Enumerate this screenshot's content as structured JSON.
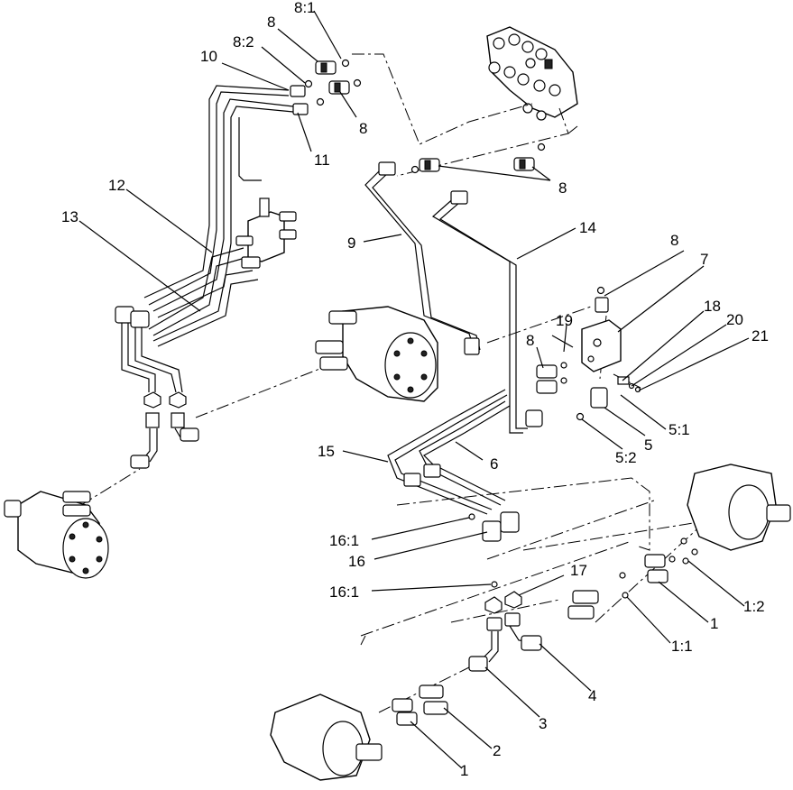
{
  "callouts": [
    {
      "id": "c-8-1",
      "text": "8:1"
    },
    {
      "id": "c-8-top",
      "text": "8"
    },
    {
      "id": "c-8-2",
      "text": "8:2"
    },
    {
      "id": "c-10",
      "text": "10"
    },
    {
      "id": "c-8-b",
      "text": "8"
    },
    {
      "id": "c-11",
      "text": "11"
    },
    {
      "id": "c-8-c",
      "text": "8"
    },
    {
      "id": "c-12",
      "text": "12"
    },
    {
      "id": "c-13",
      "text": "13"
    },
    {
      "id": "c-9",
      "text": "9"
    },
    {
      "id": "c-14",
      "text": "14"
    },
    {
      "id": "c-8-d",
      "text": "8"
    },
    {
      "id": "c-7",
      "text": "7"
    },
    {
      "id": "c-18",
      "text": "18"
    },
    {
      "id": "c-20",
      "text": "20"
    },
    {
      "id": "c-21",
      "text": "21"
    },
    {
      "id": "c-19",
      "text": "19"
    },
    {
      "id": "c-8-e",
      "text": "8"
    },
    {
      "id": "c-5-1",
      "text": "5:1"
    },
    {
      "id": "c-5",
      "text": "5"
    },
    {
      "id": "c-5-2",
      "text": "5:2"
    },
    {
      "id": "c-15",
      "text": "15"
    },
    {
      "id": "c-6",
      "text": "6"
    },
    {
      "id": "c-16-1-a",
      "text": "16:1"
    },
    {
      "id": "c-16",
      "text": "16"
    },
    {
      "id": "c-16-1-b",
      "text": "16:1"
    },
    {
      "id": "c-17",
      "text": "17"
    },
    {
      "id": "c-1-a",
      "text": "1"
    },
    {
      "id": "c-1-2",
      "text": "1:2"
    },
    {
      "id": "c-1-1",
      "text": "1:1"
    },
    {
      "id": "c-4",
      "text": "4"
    },
    {
      "id": "c-3",
      "text": "3"
    },
    {
      "id": "c-2",
      "text": "2"
    },
    {
      "id": "c-1-b",
      "text": "1"
    }
  ]
}
